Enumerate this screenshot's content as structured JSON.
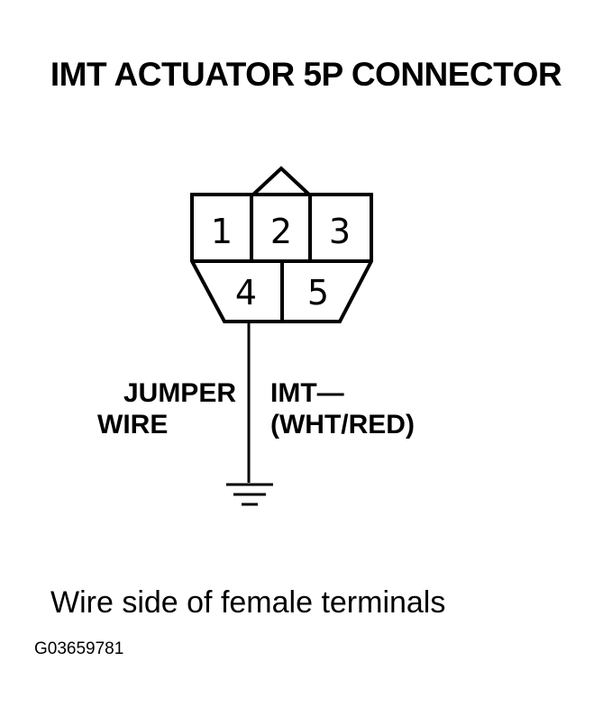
{
  "title": "IMT ACTUATOR 5P CONNECTOR",
  "connector": {
    "pins": [
      "1",
      "2",
      "3",
      "4",
      "5"
    ]
  },
  "labels": {
    "jumper_line1": "JUMPER",
    "jumper_line2": "WIRE",
    "imt_line1": "IMT—",
    "imt_line2": "(WHT/RED)"
  },
  "caption": "Wire side of female terminals",
  "figure_id": "G03659781",
  "colors": {
    "ink": "#000000",
    "background": "#ffffff"
  }
}
